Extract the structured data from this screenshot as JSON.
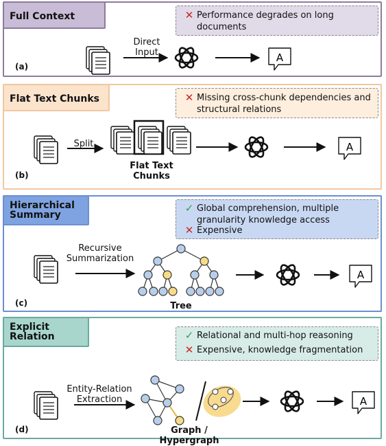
{
  "panels": [
    {
      "title": "Full Context",
      "tag": "(a)",
      "notes": [
        {
          "mark": "x",
          "text": "Performance degrades on long documents"
        }
      ],
      "labels": {
        "direct_input": "Direct Input",
        "answer": "A"
      },
      "colors": {
        "border": "#8e7a9e",
        "title_bg": "#c9bcd6",
        "note_bg": "#e1dae8"
      }
    },
    {
      "title": "Flat Text Chunks",
      "tag": "(b)",
      "notes": [
        {
          "mark": "x",
          "text": "Missing cross-chunk dependencies and structural relations"
        }
      ],
      "labels": {
        "split": "Split",
        "flat_text_chunks": "Flat Text Chunks",
        "answer": "A"
      },
      "colors": {
        "border": "#f2c79e",
        "title_bg": "#fbe3cc",
        "note_bg": "#fdeedd"
      }
    },
    {
      "title": "Hierarchical Summary",
      "tag": "(c)",
      "notes": [
        {
          "mark": "check",
          "text": "Global comprehension, multiple granularity knowledge access"
        },
        {
          "mark": "x",
          "text": "Expensive"
        }
      ],
      "labels": {
        "recursive_summarization": "Recursive Summarization",
        "tree": "Tree",
        "answer": "A"
      },
      "colors": {
        "border": "#6a8fd3",
        "title_bg": "#7ea3e0",
        "note_bg": "#c9d8f2"
      }
    },
    {
      "title": "Explicit Relation",
      "tag": "(d)",
      "notes": [
        {
          "mark": "check",
          "text": "Relational and multi-hop reasoning"
        },
        {
          "mark": "x",
          "text": "Expensive, knowledge fragmentation"
        }
      ],
      "labels": {
        "entity_relation_extraction": "Entity-Relation Extraction",
        "graph_hypergraph": "Graph / Hypergraph",
        "answer": "A"
      },
      "colors": {
        "border": "#6aaa9e",
        "title_bg": "#a8d5cc",
        "note_bg": "#d8ece7"
      }
    }
  ],
  "icons": {
    "document": "document-stack-icon",
    "llm": "openai-llm-icon",
    "answer": "answer-bubble-icon",
    "tree": "tree-icon",
    "graph": "graph-icon",
    "hypergraph": "hypergraph-icon",
    "arrow": "arrow-icon"
  },
  "node_colors": {
    "blue": "#b9cfe9",
    "yellow": "#f7dc88",
    "hyper_blob": "#f5cf6a"
  }
}
